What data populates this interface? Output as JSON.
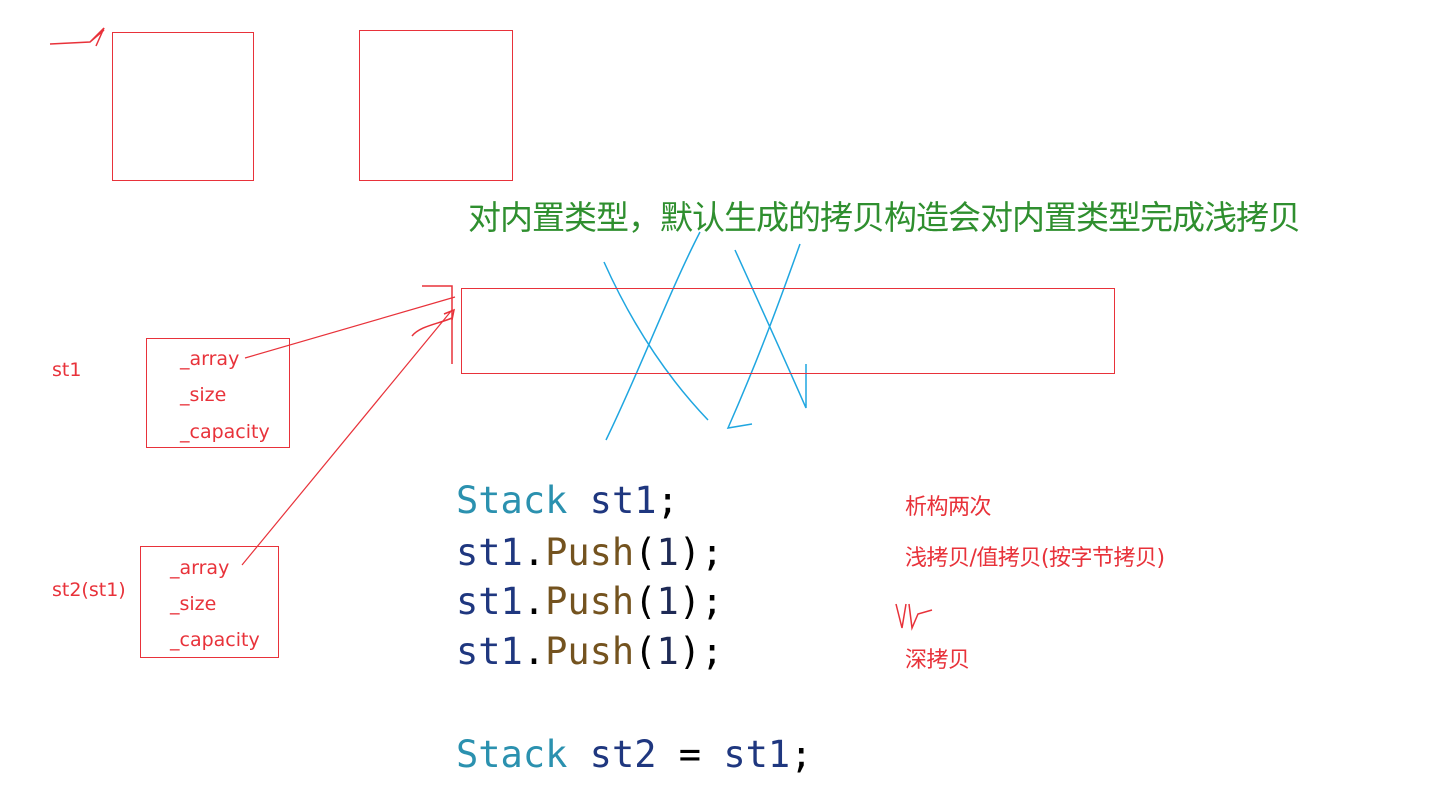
{
  "title": "对内置类型，默认生成的拷贝构造会对内置类型完成浅拷贝",
  "objects": [
    {
      "label": "st1",
      "fields": [
        "_array",
        "_size",
        "_capacity"
      ]
    },
    {
      "label": "st2(st1)",
      "fields": [
        "_array",
        "_size",
        "_capacity"
      ]
    }
  ],
  "code": {
    "line1": {
      "type": "Stack",
      "ident": "st1",
      "end": ";"
    },
    "line2": {
      "obj": "st1",
      "dot": ".",
      "method": "Push",
      "open": "(",
      "arg": "1",
      "close": ");"
    },
    "line3": {
      "obj": "st1",
      "dot": ".",
      "method": "Push",
      "open": "(",
      "arg": "1",
      "close": ");"
    },
    "line4": {
      "obj": "st1",
      "dot": ".",
      "method": "Push",
      "open": "(",
      "arg": "1",
      "close": ");"
    },
    "line5": {
      "type": "Stack",
      "ident": "st2",
      "eq": " = ",
      "src": "st1",
      "end": ";"
    }
  },
  "notes": {
    "destruct": "析构两次",
    "shallow": "浅拷贝/值拷贝(按字节拷贝)",
    "deep": "深拷贝"
  },
  "colors": {
    "red": "#e8323a",
    "green": "#2f8f2f",
    "blue": "#1fa6e0",
    "code_type": "#2b91af",
    "code_ident": "#1f377f",
    "code_method": "#74531f"
  }
}
